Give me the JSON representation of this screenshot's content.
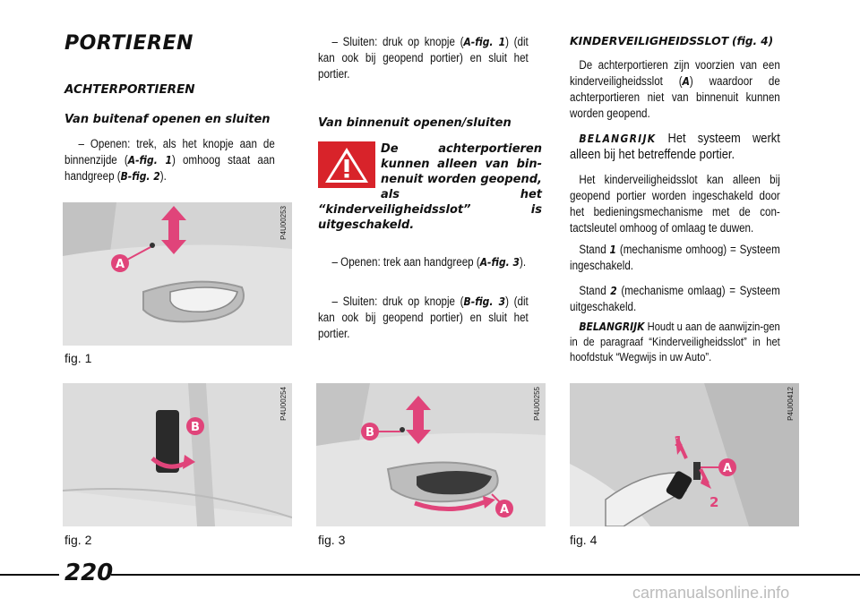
{
  "page_title": "PORTIEREN",
  "section_rear_doors": "ACHTERPORTIEREN",
  "col1": {
    "sub_heading": "Van buitenaf openen en sluiten",
    "para1_pre": "– Openen: trek, als het knopje aan de binnenzijde (",
    "para1_ref1": "A-fig. 1",
    "para1_mid": ") omhoog staat aan handgreep (",
    "para1_ref2": "B-fig. 2",
    "para1_post": ")."
  },
  "col2": {
    "para_close_pre": "– Sluiten: druk op knopje (",
    "para_close_ref": "A-fig. 1",
    "para_close_post": ") (dit kan ook bij geopend portier) en sluit het portier.",
    "sub_heading": "Van binnenuit openen/sluiten",
    "warning": "De achterportieren kunnen alleen van bin-nenuit worden geopend, als het “kinderveiligheidsslot” is uitgeschakeld.",
    "open_pre": "– Openen: trek aan handgreep (",
    "open_ref": "A-fig. 3",
    "open_post": ").",
    "close2_pre": "– Sluiten: druk op knopje (",
    "close2_ref": "B-fig. 3",
    "close2_post": ") (dit kan ook bij geopend portier) en sluit het portier."
  },
  "col3": {
    "heading": "KINDERVEILIGHEIDSSLOT",
    "heading_ref": "(fig. 4)",
    "para1_pre": "De achterportieren zijn voorzien van een kinderveiligheidsslot (",
    "para1_ref": "A",
    "para1_post": ") waardoor de achterportieren niet van binnenuit kunnen worden geopend.",
    "important_label": "BELANGRIJK",
    "important_text": " Het systeem werkt alleen bij het betreffende portier.",
    "para2": "Het kinderveiligheidsslot kan alleen bij geopend portier worden ingeschakeld door het bedieningsmechanisme met de con-tactsleutel omhoog of omlaag te duwen.",
    "stand1_pre": "Stand ",
    "stand1_num": "1",
    "stand1_post": " (mechanisme omhoog) = Systeem ingeschakeld.",
    "stand2_pre": "Stand ",
    "stand2_num": "2",
    "stand2_post": " (mechanisme omlaag) = Systeem uitgeschakeld.",
    "important2_label": "BELANGRIJK",
    "important2_text": " Houdt u aan de aanwijzin-gen in de paragraaf “Kinderveiligheidsslot” in het hoofdstuk “Wegwijs in uw Auto”."
  },
  "figures": {
    "fig1": {
      "caption": "fig. 1",
      "code": "P4U00253",
      "label_a": "A"
    },
    "fig2": {
      "caption": "fig. 2",
      "code": "P4U00254",
      "label_b": "B"
    },
    "fig3": {
      "caption": "fig. 3",
      "code": "P4U00255",
      "label_a": "A",
      "label_b": "B"
    },
    "fig4": {
      "caption": "fig. 4",
      "code": "P4U00412",
      "label_a": "A",
      "label_1": "1",
      "label_2": "2"
    }
  },
  "page_number": "220",
  "watermark": "carmanualsonline.info",
  "colors": {
    "accent_pink": "#e0447a",
    "warning_red": "#d8232a"
  }
}
